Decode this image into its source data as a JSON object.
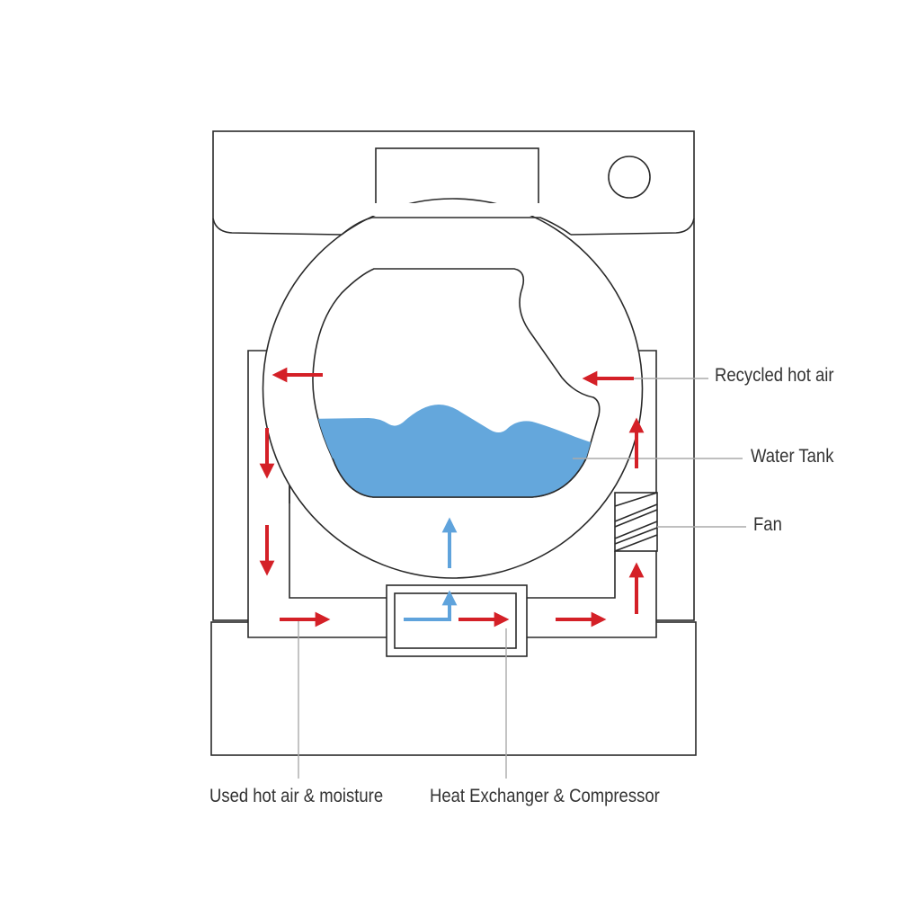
{
  "labels": {
    "recycled_hot_air": "Recycled hot air",
    "water_tank": "Water Tank",
    "fan": "Fan",
    "used_hot_air": "Used hot air & moisture",
    "heat_exchanger": "Heat Exchanger & Compressor"
  },
  "colors": {
    "hot_air": "#d42027",
    "cool_air": "#5fa3dc",
    "water": "#64a7dc",
    "outline": "#2a2a2a",
    "leader": "#aaaaaa"
  }
}
